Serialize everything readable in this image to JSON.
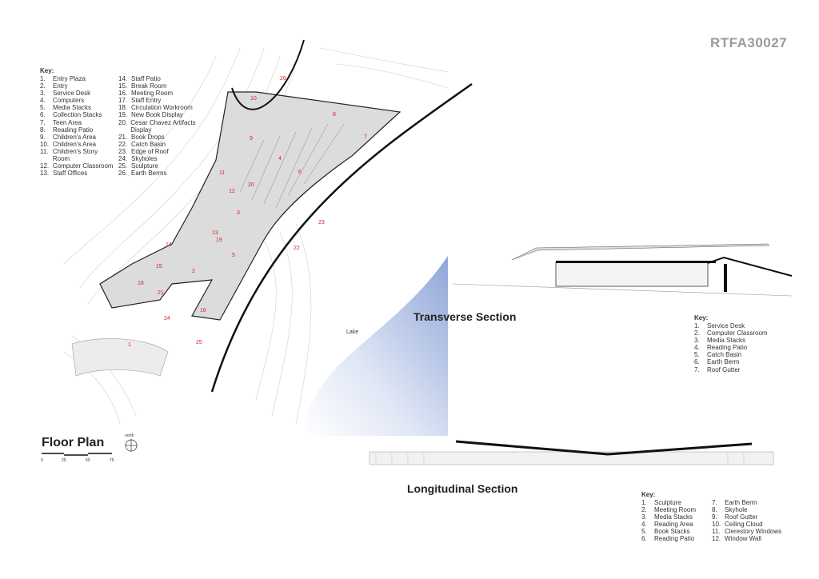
{
  "sheet_id": "RTFA30027",
  "floor_plan": {
    "title": "Floor Plan",
    "north_label": "north",
    "scale_ticks": [
      "0",
      "25",
      "50",
      "75"
    ],
    "lake_label": "Lake",
    "key_heading": "Key:",
    "key": [
      {
        "n": "1.",
        "t": "Entry Plaza"
      },
      {
        "n": "2.",
        "t": "Entry"
      },
      {
        "n": "3.",
        "t": "Service Desk"
      },
      {
        "n": "4.",
        "t": "Computers"
      },
      {
        "n": "5.",
        "t": "Media Stacks"
      },
      {
        "n": "6.",
        "t": "Collection Stacks"
      },
      {
        "n": "7.",
        "t": "Teen Area"
      },
      {
        "n": "8.",
        "t": "Reading Patio"
      },
      {
        "n": "9.",
        "t": "Children's Area"
      },
      {
        "n": "10.",
        "t": "Children's Area"
      },
      {
        "n": "11.",
        "t": "Children's Story Room"
      },
      {
        "n": "12.",
        "t": "Computer Classroom"
      },
      {
        "n": "13.",
        "t": "Staff Offices"
      },
      {
        "n": "14.",
        "t": "Staff Patio"
      },
      {
        "n": "15.",
        "t": "Break Room"
      },
      {
        "n": "16.",
        "t": "Meeting Room"
      },
      {
        "n": "17.",
        "t": "Staff Entry"
      },
      {
        "n": "18.",
        "t": "Circulation Workroom"
      },
      {
        "n": "19.",
        "t": "New Book Display"
      },
      {
        "n": "20.",
        "t": "Cesar Chavez Artifacts Display"
      },
      {
        "n": "21.",
        "t": "Book Drops"
      },
      {
        "n": "22.",
        "t": "Catch Basin"
      },
      {
        "n": "23.",
        "t": "Edge of Roof"
      },
      {
        "n": "24.",
        "t": "Skyholes"
      },
      {
        "n": "25.",
        "t": "Sculpture"
      },
      {
        "n": "26.",
        "t": "Earth Berms"
      }
    ]
  },
  "transverse": {
    "title": "Transverse Section",
    "key_heading": "Key:",
    "key": [
      {
        "n": "1.",
        "t": "Service Desk"
      },
      {
        "n": "2.",
        "t": "Computer Classroom"
      },
      {
        "n": "3.",
        "t": "Media Stacks"
      },
      {
        "n": "4.",
        "t": "Reading Patio"
      },
      {
        "n": "5.",
        "t": "Catch Basin"
      },
      {
        "n": "6.",
        "t": "Earth Berm"
      },
      {
        "n": "7.",
        "t": "Roof Gutter"
      }
    ]
  },
  "longitudinal": {
    "title": "Longitudinal Section",
    "key_heading": "Key:",
    "key": [
      {
        "n": "1.",
        "t": "Sculpture"
      },
      {
        "n": "2.",
        "t": "Meeting Room"
      },
      {
        "n": "3.",
        "t": "Media Stacks"
      },
      {
        "n": "4.",
        "t": "Reading Area"
      },
      {
        "n": "5.",
        "t": "Book Stacks"
      },
      {
        "n": "6.",
        "t": "Reading Patio"
      },
      {
        "n": "7.",
        "t": "Earth Berm"
      },
      {
        "n": "8.",
        "t": "Skyhole"
      },
      {
        "n": "9.",
        "t": "Roof Gutter"
      },
      {
        "n": "10.",
        "t": "Ceiling Cloud"
      },
      {
        "n": "11.",
        "t": "Clerestory Windows"
      },
      {
        "n": "12.",
        "t": "Window Wall"
      }
    ]
  },
  "plan_labels": [
    "1",
    "2",
    "3",
    "4",
    "5",
    "6",
    "7",
    "8",
    "9",
    "10",
    "11",
    "12",
    "13",
    "14",
    "15",
    "16",
    "18",
    "19",
    "20",
    "21",
    "22",
    "23",
    "24",
    "25",
    "26"
  ],
  "colors": {
    "label_red": "#d22222",
    "lake_blue": "#9fb4de",
    "floor_gray": "#d9d9d9"
  }
}
